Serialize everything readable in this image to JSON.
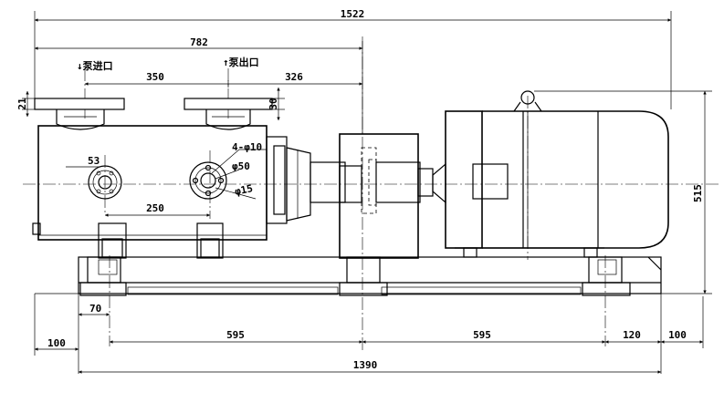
{
  "dimensions": {
    "overall_length": "1522",
    "pump_length": "782",
    "inlet_to_outlet": "350",
    "outlet_to_coupling": "326",
    "flange_height": "21",
    "outlet_flange_height": "30",
    "port_offset": "53",
    "foot_spacing": "250",
    "overall_height": "515",
    "base_left_offset": "70",
    "left_margin": "100",
    "bolt_spacing_left": "595",
    "bolt_spacing_right": "595",
    "right_offset": "120",
    "right_margin": "100",
    "base_length": "1390"
  },
  "annotations": {
    "bolt_holes": "4-φ10",
    "bolt_circle": "φ50",
    "bore": "φ15"
  },
  "labels": {
    "inlet": "↓泵进口",
    "outlet": "↑泵出口"
  }
}
